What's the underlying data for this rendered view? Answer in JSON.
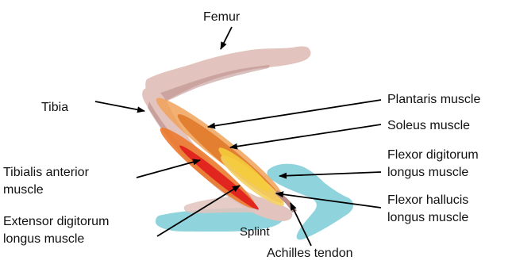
{
  "labels": {
    "femur": "Femur",
    "tibia": "Tibia",
    "plantaris": "Plantaris muscle",
    "soleus": "Soleus muscle",
    "fdl_line1": "Flexor digitorum",
    "fdl_line2": "longus muscle",
    "fhl_line1": "Flexor hallucis",
    "fhl_line2": "longus muscle",
    "ta_line1": "Tibialis anterior",
    "ta_line2": "muscle",
    "edl_line1": "Extensor digitorum",
    "edl_line2": "longus muscle",
    "splint": "Splint",
    "achilles": "Achilles tendon"
  },
  "colors": {
    "bone": "#e2c3bd",
    "bone_shadow": "#b98a86",
    "splint": "#8fd3dc",
    "plantaris": "#f0a25a",
    "soleus": "#e07a2a",
    "flexor_digitorum": "#f5cc3c",
    "flexor_hallucis": "#f4d060",
    "tibialis_anterior": "#ec7a2e",
    "extensor_digitorum": "#e01c1c",
    "arrow": "#000000"
  }
}
